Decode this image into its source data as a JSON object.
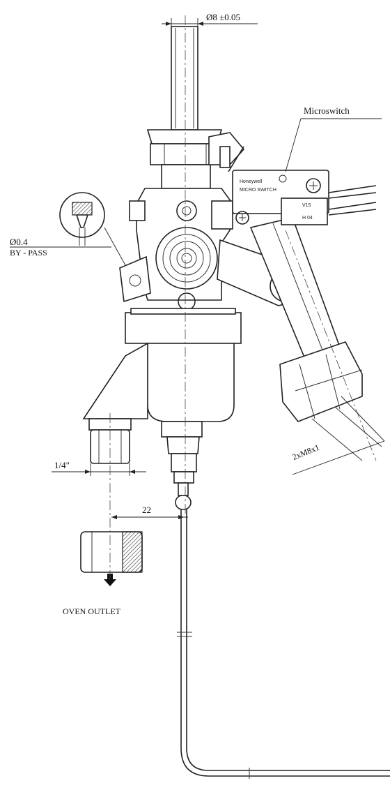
{
  "labels": {
    "shaft_diameter": "Ø8 ±0.05",
    "microswitch": "Microswitch",
    "bypass_diameter": "Ø0.4",
    "bypass": "BY - PASS",
    "pipe_thread": "1/4\"",
    "offset": "22",
    "outlet": "OVEN OUTLET",
    "thread": "2xM8x1"
  },
  "switch_markings": {
    "brand": "Honeywell",
    "model": "MICRO SWITCH",
    "line1": "V15",
    "line2": "H 04"
  }
}
